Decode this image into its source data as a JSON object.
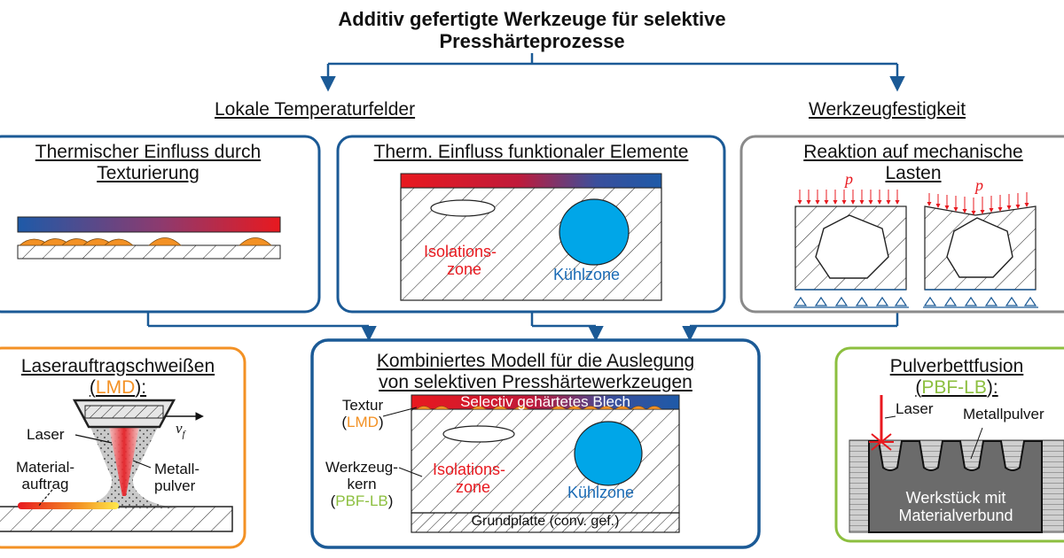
{
  "title": {
    "line1": "Additiv gefertigte Werkzeuge für selektive",
    "line2": "Presshärteprozesse"
  },
  "sections": {
    "left": "Lokale Temperaturfelder",
    "right": "Werkzeugfestigkeit"
  },
  "box_texture": {
    "title_line1": "Thermischer Einfluss durch",
    "title_line2": "Texturierung"
  },
  "box_functional": {
    "title": "Therm. Einfluss funktionaler Elemente",
    "isolation_line1": "Isolations-",
    "isolation_line2": "zone",
    "cooling": "Kühlzone"
  },
  "box_mechanical": {
    "title_line1": "Reaktion auf mechanische",
    "title_line2": "Lasten",
    "load_symbol": "p"
  },
  "box_lmd": {
    "title": "Laserauftragschweißen",
    "abbr_open": "(",
    "abbr": "LMD",
    "abbr_close": "):",
    "laser": "Laser",
    "velocity": "v",
    "velocity_sub": "f",
    "material_line1": "Material-",
    "material_line2": "auftrag",
    "powder_line1": "Metall-",
    "powder_line2": "pulver"
  },
  "box_combined": {
    "title_line1": "Kombiniertes Modell für die Auslegung",
    "title_line2": "von selektiven Presshärtewerkzeugen",
    "sheet": "Selectiv gehärtetes Blech",
    "texture": "Textur",
    "texture_abbr_open": "(",
    "texture_abbr": "LMD",
    "texture_abbr_close": ")",
    "core_line1": "Werkzeug-",
    "core_line2": "kern",
    "core_abbr_open": "(",
    "core_abbr": "PBF-LB",
    "core_abbr_close": ")",
    "isolation_line1": "Isolations-",
    "isolation_line2": "zone",
    "cooling": "Kühlzone",
    "base": "Grundplatte (conv. gef.)"
  },
  "box_pbf": {
    "title": "Pulverbettfusion",
    "abbr_open": "(",
    "abbr": "PBF-LB",
    "abbr_close": "):",
    "laser": "Laser",
    "powder": "Metallpulver",
    "workpiece_line1": "Werkstück mit",
    "workpiece_line2": "Materialverbund"
  },
  "colors": {
    "accent_blue": "#1b5a96",
    "frame_gray": "#8a8a8a",
    "frame_orange": "#f39124",
    "frame_green": "#8cbf3f",
    "hot_red": "#e8191f",
    "cool_blue": "#1e5aa8",
    "cooling_cyan": "#00a6e8",
    "texture_orange": "#f39124"
  }
}
